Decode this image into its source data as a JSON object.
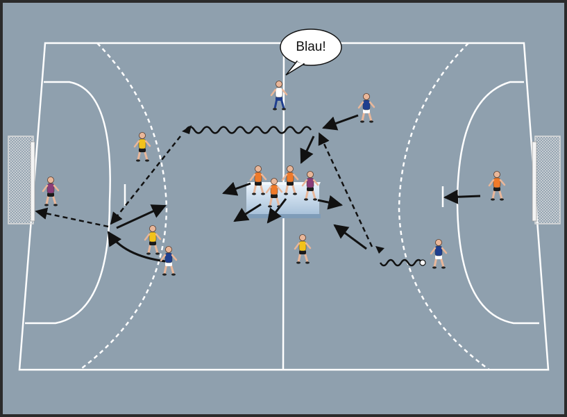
{
  "callout": {
    "text": "Blau!"
  },
  "colors": {
    "court": "#8fa0ae",
    "frame": "#2b2b2b",
    "lines": "#ffffff",
    "team_blue": "#1f3f8f",
    "team_yellow": "#f2c21b",
    "team_orange": "#ef7a2a",
    "goalkeeper_purple": "#8a3c78",
    "arrows": "#111111",
    "mat": "#cfe0f0"
  },
  "players": [
    {
      "team": "blue",
      "role": "coach"
    },
    {
      "team": "blue",
      "role": "field"
    },
    {
      "team": "blue",
      "role": "field"
    },
    {
      "team": "blue",
      "role": "field"
    },
    {
      "team": "yellow",
      "role": "field"
    },
    {
      "team": "yellow",
      "role": "field"
    },
    {
      "team": "yellow",
      "role": "field"
    },
    {
      "team": "orange",
      "role": "field"
    },
    {
      "team": "orange",
      "role": "field"
    },
    {
      "team": "orange",
      "role": "field"
    },
    {
      "team": "purple",
      "role": "goalkeeper"
    },
    {
      "team": "purple",
      "role": "field"
    },
    {
      "team": "orange",
      "role": "goalkeeper"
    }
  ]
}
